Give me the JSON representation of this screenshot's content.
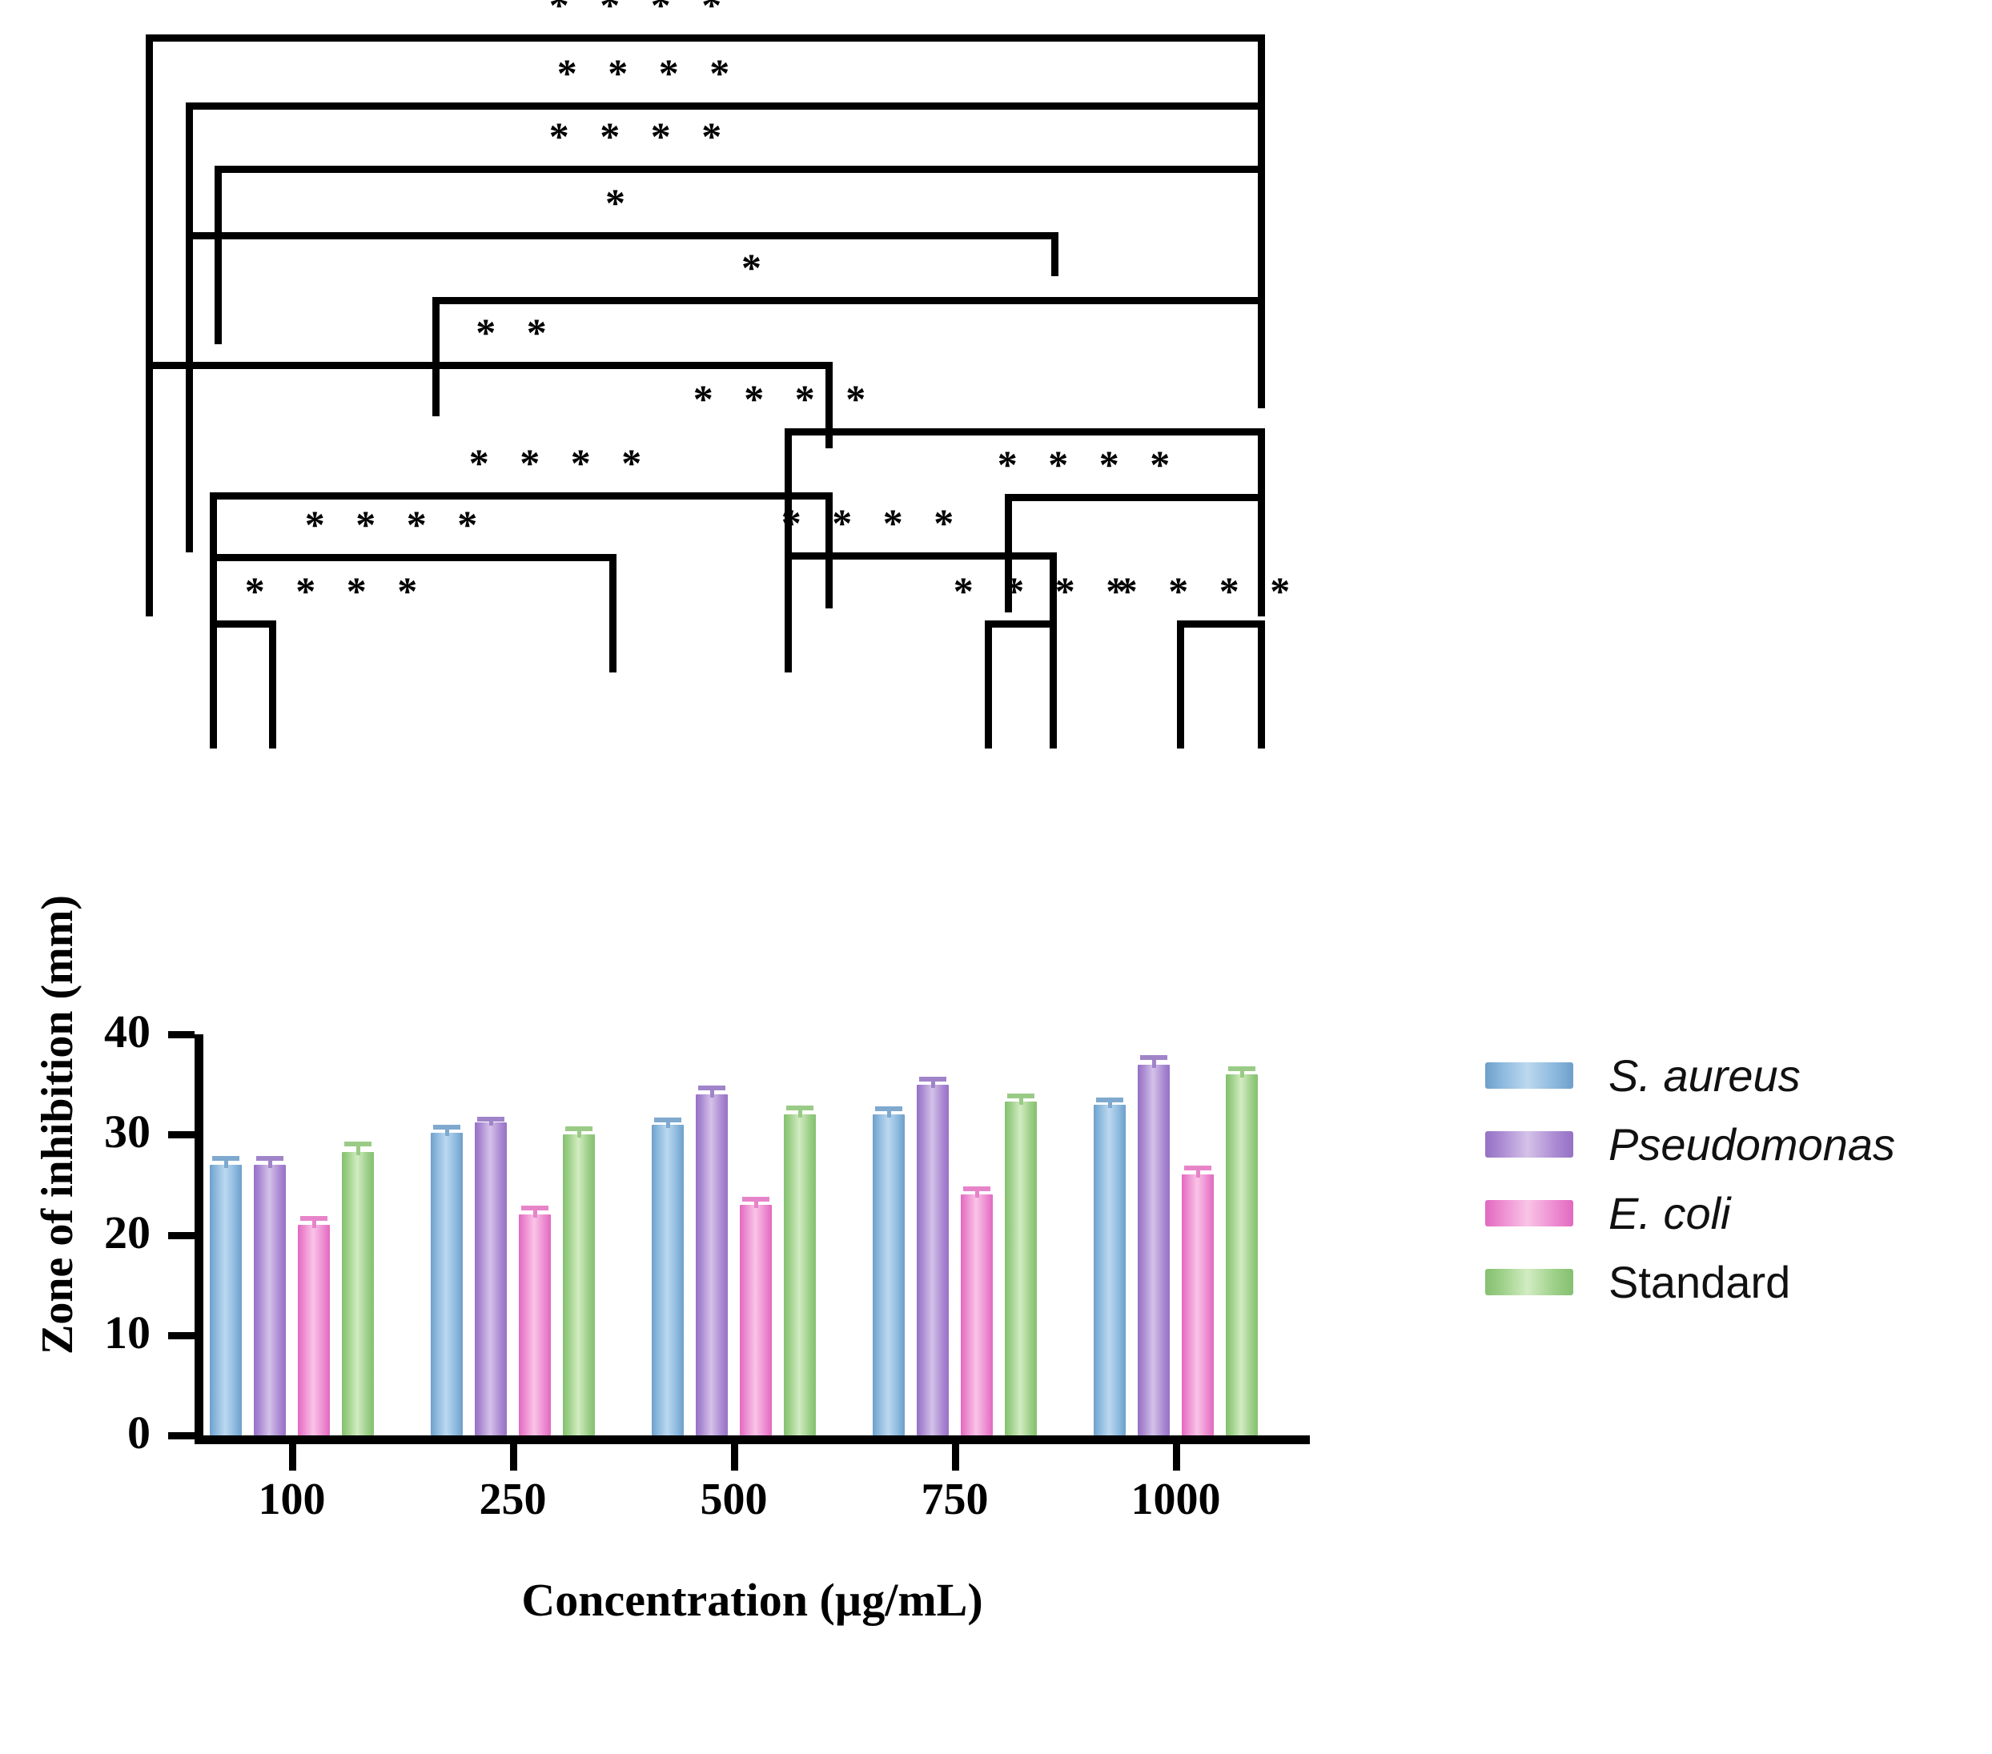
{
  "chart_data": {
    "type": "bar",
    "title": "",
    "xlabel": "Concentration (µg/mL)",
    "ylabel": "Zone of inhibition (mm)",
    "categories": [
      "100",
      "250",
      "500",
      "750",
      "1000"
    ],
    "ylim": [
      0,
      40
    ],
    "yticks": [
      0,
      10,
      20,
      30,
      40
    ],
    "grid": false,
    "legend_position": "right",
    "series": [
      {
        "name": "S. aureus",
        "color": "#8ab8dd",
        "values": [
          27.0,
          30.2,
          31.0,
          32.0,
          33.0
        ],
        "errors": [
          0.9,
          0.8,
          0.7,
          0.8,
          0.7
        ]
      },
      {
        "name": "Pseudomonas",
        "color": "#ab8ad3",
        "values": [
          27.0,
          31.2,
          34.0,
          35.0,
          37.0
        ],
        "errors": [
          0.9,
          0.6,
          0.9,
          0.8,
          0.9
        ]
      },
      {
        "name": "E. coli",
        "color": "#ed8ad0",
        "values": [
          21.0,
          22.0,
          23.0,
          24.0,
          26.0
        ],
        "errors": [
          0.9,
          0.9,
          0.8,
          0.8,
          0.9
        ]
      },
      {
        "name": "Standard",
        "color": "#9ccf87",
        "values": [
          28.3,
          30.0,
          32.0,
          33.3,
          36.0
        ],
        "errors": [
          1.0,
          0.8,
          0.9,
          0.8,
          0.8
        ]
      }
    ],
    "annotations": [
      {
        "id": "a1",
        "stars": "* * * *",
        "from": "100 S. aureus",
        "to": "1000 Standard"
      },
      {
        "id": "a2",
        "stars": "* * * *",
        "from": "100 Pseudomonas",
        "to": "1000 Standard"
      },
      {
        "id": "a3",
        "stars": "* * * *",
        "from": "100 E. coli",
        "to": "1000 Standard"
      },
      {
        "id": "a4",
        "stars": "*",
        "from": "100 Pseudomonas",
        "to": "750 Standard"
      },
      {
        "id": "a5",
        "stars": "*",
        "from": "500 E. coli",
        "to": "1000 Standard"
      },
      {
        "id": "a6",
        "stars": "* *",
        "from": "100 S. aureus",
        "to": "500 Pseudomonas"
      },
      {
        "id": "a7",
        "stars": "* * * *",
        "from": "500 Pseudomonas",
        "to": "1000 Standard"
      },
      {
        "id": "a8",
        "stars": "* * * *",
        "from": "100 E. coli",
        "to": "500 Pseudomonas"
      },
      {
        "id": "a9",
        "stars": "* * * *",
        "from": "750 E. coli",
        "to": "1000 Standard"
      },
      {
        "id": "a10",
        "stars": "* * * *",
        "from": "100 E. coli",
        "to": "250 Standard"
      },
      {
        "id": "a11",
        "stars": "* * * *",
        "from": "500 S. aureus",
        "to": "750 Standard"
      },
      {
        "id": "a12",
        "stars": "* * * *",
        "from": "100 E. coli",
        "to": "100 Standard"
      },
      {
        "id": "a13",
        "stars": "* * * *",
        "from": "750 E. coli",
        "to": "750 Standard"
      },
      {
        "id": "a14",
        "stars": "* * * *",
        "from": "1000 E. coli",
        "to": "1000 Standard"
      }
    ]
  },
  "axes": {
    "y_tick_labels": [
      "40",
      "30",
      "20",
      "10",
      "0"
    ],
    "y_title": "Zone of inhibition (mm)",
    "x_tick_labels": [
      "100",
      "250",
      "500",
      "750",
      "1000"
    ],
    "x_title": "Concentration (µg/mL)"
  },
  "legend": {
    "items": [
      {
        "label": "S. aureus",
        "italic": true,
        "color": "#8ab8dd"
      },
      {
        "label": "Pseudomonas",
        "italic": true,
        "color": "#ab8ad3"
      },
      {
        "label": "E. coli",
        "italic": true,
        "color": "#ed8ad0"
      },
      {
        "label": "Standard",
        "italic": false,
        "color": "#9ccf87"
      }
    ]
  },
  "significance": {
    "s1": "* * * *",
    "s2": "* * * *",
    "s3": "* * * *",
    "s4": "*",
    "s5": "*",
    "s6": "* *",
    "s7": "* * * *",
    "s8": "* * * *",
    "s9": "* * * *",
    "s10": "* * * *",
    "s11": "* * * *",
    "s12": "* * * *",
    "s13": "* * * *",
    "s14": "* * * *"
  },
  "colors": {
    "s_aureus": "#8ab8dd",
    "pseudomonas": "#ab8ad3",
    "e_coli": "#ed8ad0",
    "standard": "#9ccf87",
    "axis": "#000000"
  }
}
